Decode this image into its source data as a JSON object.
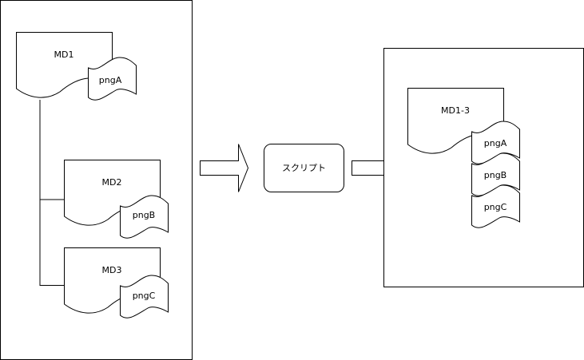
{
  "source": {
    "documents": [
      {
        "id": "md1",
        "label": "MD1",
        "attachment": "pngA"
      },
      {
        "id": "md2",
        "label": "MD2",
        "attachment": "pngB"
      },
      {
        "id": "md3",
        "label": "MD3",
        "attachment": "pngC"
      }
    ]
  },
  "process": {
    "label": "スクリプト"
  },
  "output": {
    "document": {
      "label": "MD1-3"
    },
    "attachments": [
      "pngA",
      "pngB",
      "pngC"
    ]
  }
}
